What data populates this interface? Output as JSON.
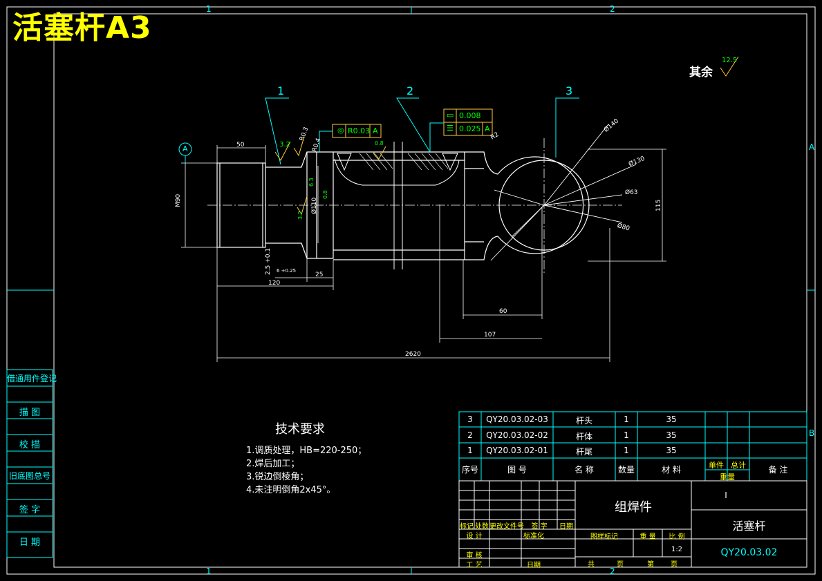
{
  "drawing": {
    "title": "活塞杆A3",
    "other_roughness_label": "其余",
    "other_roughness_value": "12.5",
    "balloons": [
      "1",
      "2",
      "3"
    ],
    "datum": "A",
    "zones_top": [
      "1",
      "2"
    ],
    "zones_bottom": [
      "1",
      "2"
    ],
    "zones_side": [
      "A",
      "B"
    ]
  },
  "dimensions": {
    "d50": "50",
    "m90": "M90",
    "d110": "Ø110",
    "d120": "120",
    "d25": "25",
    "d60": "60",
    "d107": "107",
    "d2620": "2620",
    "d115": "115",
    "d140": "Ø140",
    "d130": "Ø130",
    "d63": "Ø63",
    "d80": "Ø80",
    "r2": "R2",
    "dia25": "2.5 +0.1",
    "dia6": "6 +0.25",
    "r03": "R0.3",
    "r04": "R0.4"
  },
  "roughness": {
    "r1": "3.2",
    "r2": "0.8",
    "r3": "6.3",
    "r4": "3.2",
    "r5": "0.8"
  },
  "tolerance": {
    "runout": "R0.03",
    "runout_datum": "A",
    "flatness": "0.008",
    "parallel": "0.025",
    "parallel_datum": "A"
  },
  "tech_requirements": {
    "title": "技术要求",
    "items": [
      "1.调质处理，HB=220-250；",
      "2.焊后加工；",
      "3.锐边倒棱角；",
      "4.未注明倒角2x45°。"
    ]
  },
  "side_table": [
    "借通用件登记",
    "描 图",
    "校 描",
    "旧底图总号",
    "签 字",
    "日 期"
  ],
  "bom": {
    "rows": [
      {
        "no": "3",
        "code": "QY20.03.02-03",
        "name": "杆头",
        "qty": "1",
        "material": "35"
      },
      {
        "no": "2",
        "code": "QY20.03.02-02",
        "name": "杆体",
        "qty": "1",
        "material": "35"
      },
      {
        "no": "1",
        "code": "QY20.03.02-01",
        "name": "杆尾",
        "qty": "1",
        "material": "35"
      }
    ],
    "headers": {
      "no": "序号",
      "code": "图 号",
      "name": "名 称",
      "qty": "数量",
      "material": "材 料",
      "unit": "单件",
      "total": "总计",
      "weight": "重量",
      "remark": "备 注"
    }
  },
  "title_block": {
    "assembly": "组焊件",
    "part_name": "活塞杆",
    "drawing_no": "QY20.03.02",
    "small_mark": "I",
    "mark": "标记",
    "qty_mark": "处数",
    "change_doc": "更改文件号",
    "sign": "签 字",
    "date": "日期",
    "design": "设 计",
    "standard": "标准化",
    "review": "审 核",
    "process": "工 艺",
    "date2": "日期",
    "stage_mark": "图样标记",
    "weight": "重 量",
    "scale_label": "比 例",
    "scale": "1:2",
    "total_label": "共",
    "page_label": "页",
    "sheet_label": "第",
    "page_label2": "页"
  }
}
